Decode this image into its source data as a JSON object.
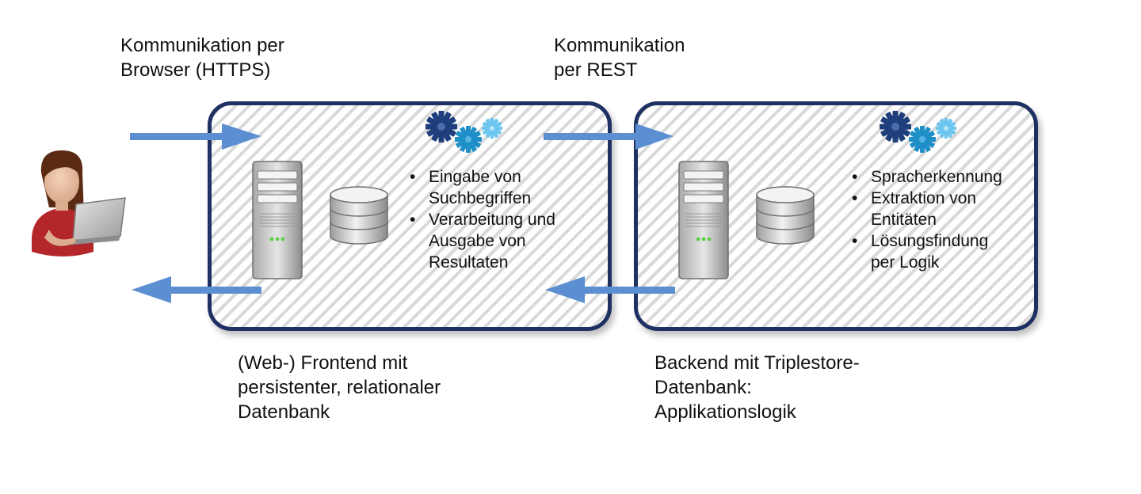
{
  "labels": {
    "top_left": "Kommunikation per\nBrowser (HTTPS)",
    "top_right": "Kommunikation\nper REST",
    "bottom_left": "(Web-) Frontend mit\npersistenter, relationaler\nDatenbank",
    "bottom_right": "Backend mit Triplestore-\nDatenbank:\nApplikationslogik"
  },
  "frontend": {
    "bullets": [
      "Eingabe von\nSuchbegriffen",
      "Verarbeitung und\nAusgabe von\nResultaten"
    ]
  },
  "backend": {
    "bullets": [
      "Spracherkennung",
      "Extraktion von\nEntitäten",
      "Lösungsfindung\nper Logik"
    ]
  },
  "icons": {
    "user": "user-with-laptop-icon",
    "server": "server-tower-icon",
    "database": "database-icon",
    "gears": "gears-icon",
    "arrow": "arrow-icon"
  },
  "colors": {
    "panel_border": "#1f3162",
    "arrow": "#5b8fd2",
    "gear_dark": "#1f3e7c",
    "gear_mid": "#1f8fc7",
    "gear_light": "#6cc6ef",
    "user_shirt": "#b3272b"
  }
}
